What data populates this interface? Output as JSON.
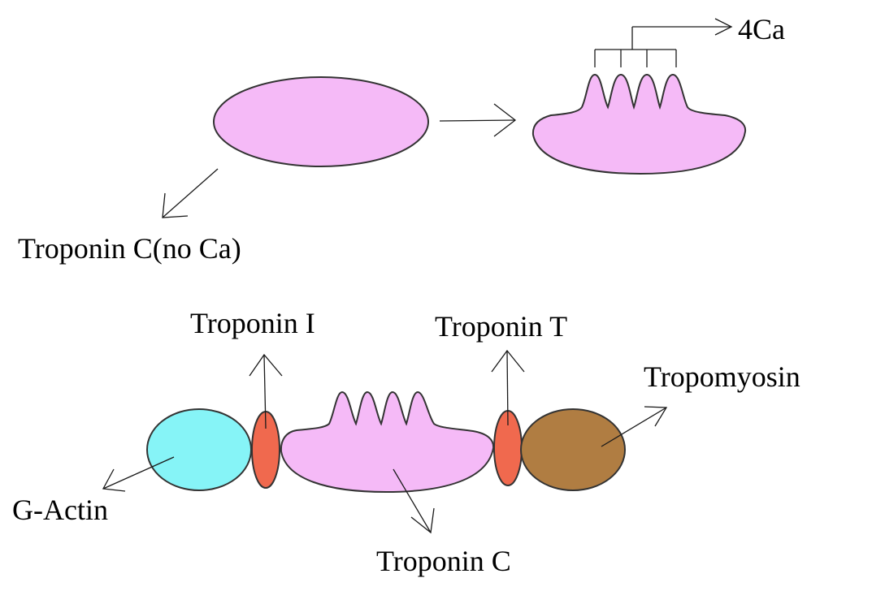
{
  "labels": {
    "troponin_c_no_ca": "Troponin C(no Ca)",
    "four_ca": "4Ca",
    "troponin_i": "Troponin I",
    "troponin_t": "Troponin T",
    "tropomyosin": "Tropomyosin",
    "g_actin": "G-Actin",
    "troponin_c": "Troponin C"
  },
  "colors": {
    "troponin_c": "#f5baf7",
    "g_actin": "#86f4f7",
    "troponin_i_t": "#f0694e",
    "tropomyosin": "#b07d42",
    "outline": "#333333",
    "background": "#ffffff"
  }
}
